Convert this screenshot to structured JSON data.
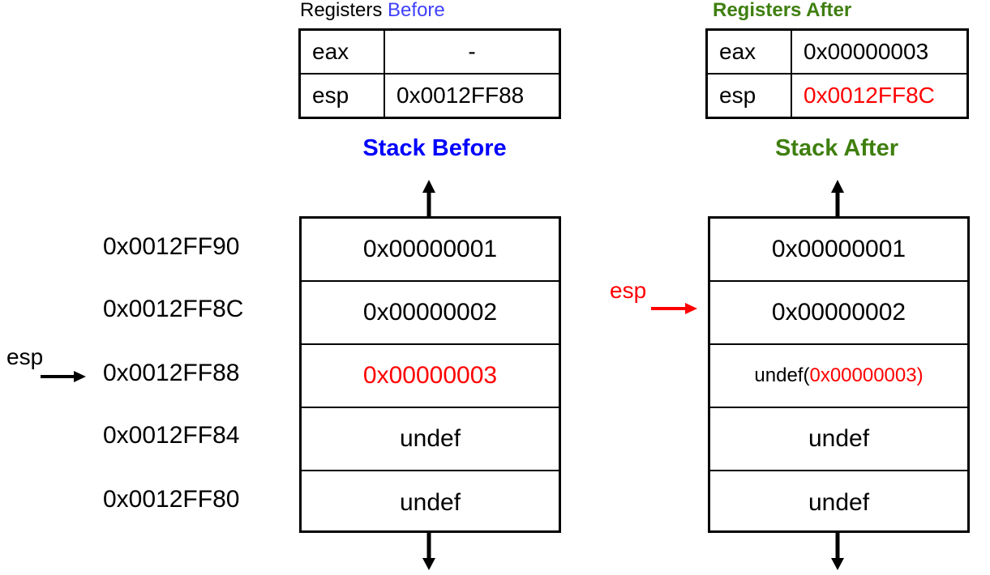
{
  "colors": {
    "red": "#ff0000",
    "blue": "#0000ff",
    "green": "#3f7f0f",
    "black": "#000000"
  },
  "before": {
    "registers_title_prefix": "Registers ",
    "registers_title_suffix": "Before",
    "registers": [
      {
        "name": "eax",
        "value": "-"
      },
      {
        "name": "esp",
        "value": "0x0012FF88"
      }
    ],
    "stack_title": "Stack Before",
    "addresses": [
      "0x0012FF90",
      "0x0012FF8C",
      "0x0012FF88",
      "0x0012FF84",
      "0x0012FF80"
    ],
    "cells": [
      "0x00000001",
      "0x00000002",
      "0x00000003",
      "undef",
      "undef"
    ],
    "esp_label": "esp"
  },
  "after": {
    "registers_title": "Registers After",
    "registers": [
      {
        "name": "eax",
        "value": "0x00000003"
      },
      {
        "name": "esp",
        "value": "0x0012FF8C"
      }
    ],
    "stack_title": "Stack After",
    "cells": [
      "0x00000001",
      "0x00000002",
      "undef(",
      "undef",
      "undef"
    ],
    "cell3_red": "0x00000003)",
    "esp_label": "esp"
  }
}
